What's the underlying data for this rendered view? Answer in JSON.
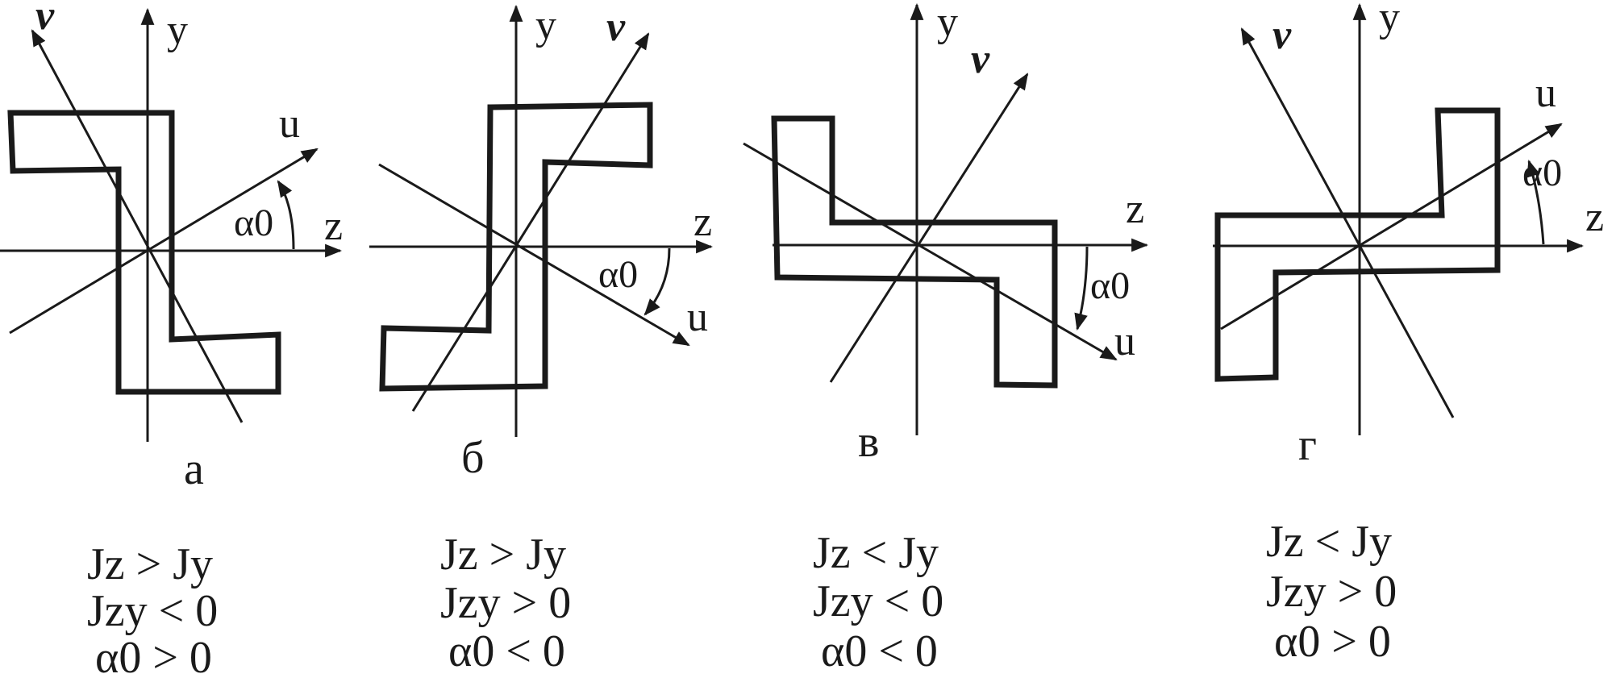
{
  "panels": [
    {
      "id": "a",
      "panel_label": "а",
      "axis_labels": {
        "y": "y",
        "z": "z",
        "u": "u",
        "v": "v"
      },
      "alpha_label": "α0",
      "conditions": [
        "Jz > Jy",
        "Jzy < 0",
        "α0 > 0"
      ]
    },
    {
      "id": "b",
      "panel_label": "б",
      "axis_labels": {
        "y": "y",
        "z": "z",
        "u": "u",
        "v": "v"
      },
      "alpha_label": "α0",
      "conditions": [
        "Jz > Jy",
        "Jzy > 0",
        "α0 < 0"
      ]
    },
    {
      "id": "v",
      "panel_label": "в",
      "axis_labels": {
        "y": "y",
        "z": "z",
        "u": "u",
        "v": "v"
      },
      "alpha_label": "α0",
      "conditions": [
        "Jz < Jy",
        "Jzy < 0",
        "α0 < 0"
      ]
    },
    {
      "id": "g",
      "panel_label": "г",
      "axis_labels": {
        "y": "y",
        "z": "z",
        "u": "u",
        "v": "v"
      },
      "alpha_label": "α0",
      "conditions": [
        "Jz < Jy",
        "Jzy > 0",
        "α0 > 0"
      ]
    }
  ],
  "colors": {
    "ink": "#1a1a1a",
    "background": "#ffffff"
  }
}
